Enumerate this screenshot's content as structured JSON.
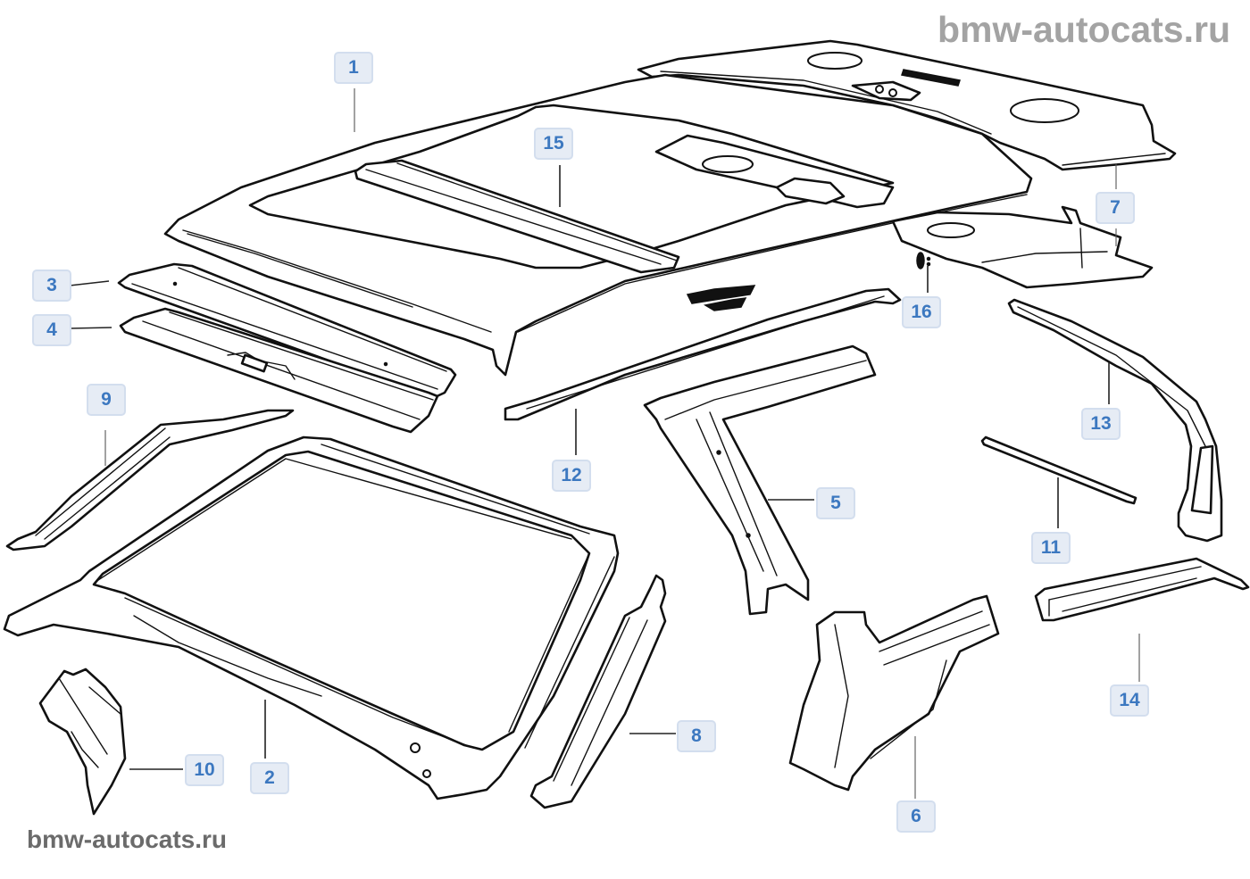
{
  "diagram": {
    "title": "Roof / body frame parts exploded view",
    "watermarks": {
      "top": "bmw-autocats.ru",
      "bottom": "bmw-autocats.ru"
    },
    "colors": {
      "callout_fill": "#e6ecf5",
      "callout_border": "#d3deee",
      "callout_text": "#3c78c0",
      "line_art": "#111111",
      "watermark_top": "#a3a3a3",
      "watermark_bottom": "#6b6b6b"
    },
    "callouts": [
      {
        "number": "1",
        "part": "roof-panel"
      },
      {
        "number": "2",
        "part": "windscreen-frame"
      },
      {
        "number": "3",
        "part": "front-roof-bow-outer"
      },
      {
        "number": "4",
        "part": "front-roof-bow-inner"
      },
      {
        "number": "5",
        "part": "b-pillar-inner"
      },
      {
        "number": "6",
        "part": "b-pillar-lower-reinforcement"
      },
      {
        "number": "7",
        "part": "rear-window-frame"
      },
      {
        "number": "8",
        "part": "a-pillar-reinforcement"
      },
      {
        "number": "9",
        "part": "roof-side-frame-left"
      },
      {
        "number": "10",
        "part": "a-pillar-bracket"
      },
      {
        "number": "11",
        "part": "drip-rail-strip"
      },
      {
        "number": "12",
        "part": "roof-rail"
      },
      {
        "number": "13",
        "part": "c-pillar-frame"
      },
      {
        "number": "14",
        "part": "rocker-reinforcement"
      },
      {
        "number": "15",
        "part": "sunroof-reinforcement"
      },
      {
        "number": "16",
        "part": "grommet"
      }
    ]
  }
}
